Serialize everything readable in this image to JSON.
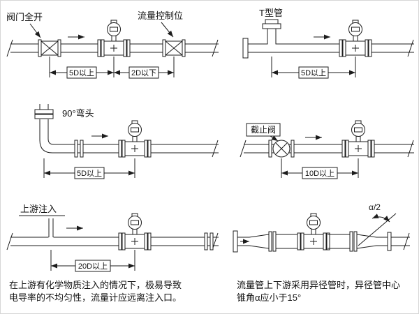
{
  "colors": {
    "ink": "#1c1c1c",
    "bg": "#ffffff"
  },
  "panels": {
    "valve_open": {
      "title": "阀门全开",
      "control_label": "流量控制位",
      "dim_upstream": "5D以上",
      "dim_downstream": "2D以下"
    },
    "t_pipe": {
      "title": "T型管",
      "dim_upstream": "5D以上"
    },
    "elbow": {
      "title": "90°弯头",
      "dim_upstream": "5D以上"
    },
    "stop_valve": {
      "title": "截止阀",
      "dim_upstream": "10D以上"
    },
    "injection": {
      "title": "上游注入",
      "dim_upstream": "20D以上",
      "caption_line1": "在上游有化学物质注入的情况下，极易导致",
      "caption_line2": "电导率的不均匀性，流量计应远离注入口。"
    },
    "reducer": {
      "angle_label": "α/2",
      "caption_line1": "流量管上下游采用异径管时，异径管中心",
      "caption_line2": "锥角α应小于15°"
    }
  }
}
